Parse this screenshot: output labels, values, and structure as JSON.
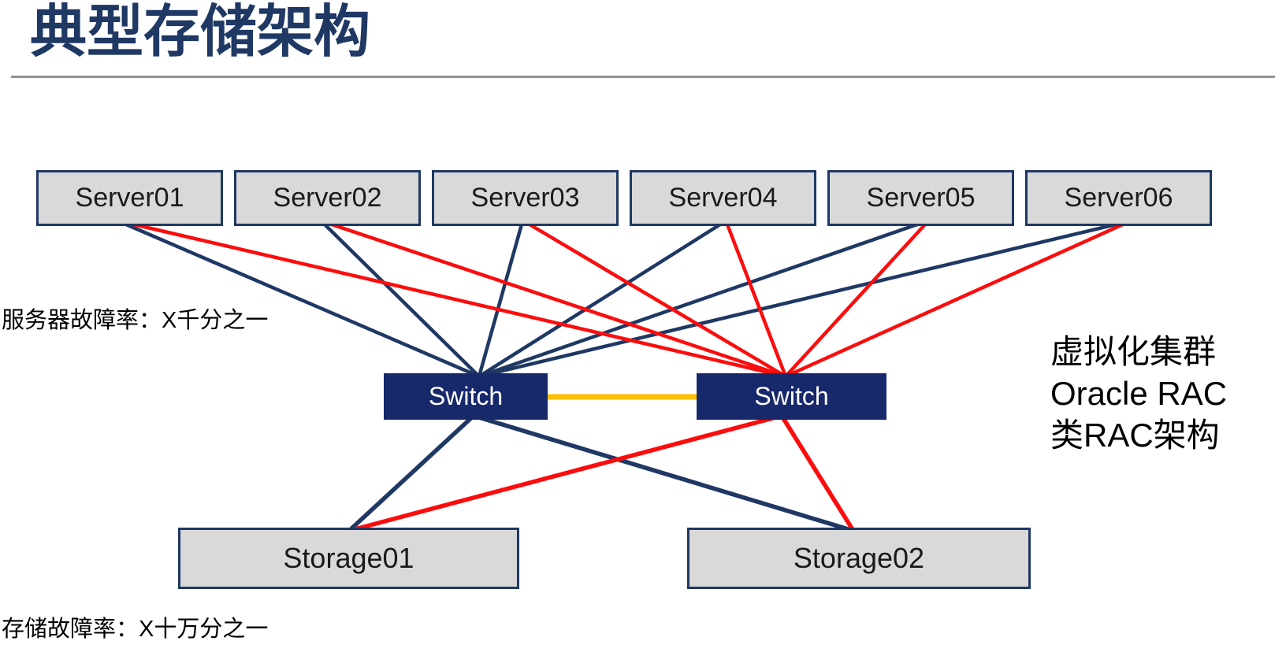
{
  "title": "典型存储架构",
  "colors": {
    "navy": "#1F3864",
    "switch_fill": "#17296B",
    "red": "#FB0D0D",
    "orange": "#FFC000",
    "box_fill": "#D9D9D9",
    "box_text": "#1A1A1A",
    "switch_text": "#FFFFFF",
    "divider": "#919191",
    "note_text": "#000000"
  },
  "nodes": {
    "servers": [
      {
        "label": "Server01"
      },
      {
        "label": "Server02"
      },
      {
        "label": "Server03"
      },
      {
        "label": "Server04"
      },
      {
        "label": "Server05"
      },
      {
        "label": "Server06"
      }
    ],
    "switches": [
      {
        "label": "Switch"
      },
      {
        "label": "Switch"
      }
    ],
    "storages": [
      {
        "label": "Storage01"
      },
      {
        "label": "Storage02"
      }
    ]
  },
  "annotations": {
    "server_failure_rate": "服务器故障率：X千分之一",
    "storage_failure_rate": "存储故障率：X十万分之一",
    "right_note": [
      "虚拟化集群",
      "Oracle RAC",
      "类RAC架构"
    ]
  },
  "edges": {
    "navy_links": "every server to left Switch; left Switch to Storage01 and Storage02",
    "red_links": "every server to right Switch; right Switch to Storage01 and Storage02",
    "orange_link": "left Switch to right Switch"
  }
}
